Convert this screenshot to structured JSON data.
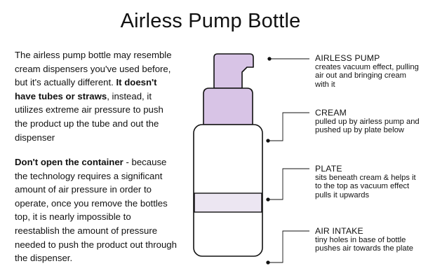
{
  "title": "Airless Pump Bottle",
  "intro": {
    "p1_a": "The airless pump bottle may resemble cream dispensers you've used before, but it's actually different. ",
    "p1_b": "It doesn't have tubes or straws",
    "p1_c": ", instead, it utilizes extreme air pressure to push the product up the tube and out the dispenser",
    "p2_a": "Don't open the container",
    "p2_b": " - because the technology requires a significant amount of air pressure in order to operate, once you remove the bottles top, it is nearly impossible to reestablish the amount of pressure needed to push the product out through the dispenser."
  },
  "callouts": [
    {
      "title": "AIRLESS PUMP",
      "text": "creates vacuum effect, pulling air out and bringing cream with it"
    },
    {
      "title": "CREAM",
      "text": "pulled up by airless pump and pushed up by plate below"
    },
    {
      "title": "PLATE",
      "text": "sits beneath cream & helps it to the top as vacuum effect pulls it upwards"
    },
    {
      "title": "AIR INTAKE",
      "text": "tiny holes in base of bottle pushes air towards the plate"
    }
  ],
  "colors": {
    "pump": "#d8c4e6",
    "plate": "#ece6f2",
    "outline": "#111111"
  }
}
